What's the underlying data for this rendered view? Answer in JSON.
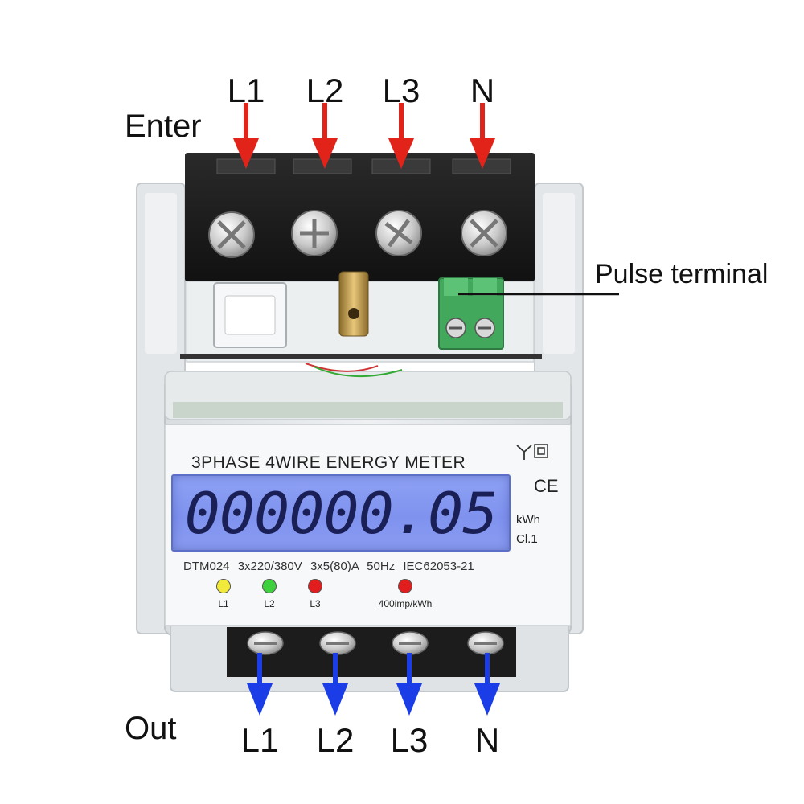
{
  "labels": {
    "enter": "Enter",
    "out": "Out",
    "pulse_terminal": "Pulse terminal"
  },
  "input_phases": [
    "L1",
    "L2",
    "L3",
    "N"
  ],
  "output_phases": [
    "L1",
    "L2",
    "L3",
    "N"
  ],
  "meter": {
    "title": "3PHASE 4WIRE ENERGY METER",
    "reading": "000000.05",
    "unit": "kWh",
    "class": "Cl.1",
    "ce_mark": "CE",
    "specs": [
      "DTM024",
      "3x220/380V",
      "3x5(80)A",
      "50Hz",
      "IEC62053-21"
    ],
    "leds": [
      {
        "label": "L1",
        "color": "#f2ea3a"
      },
      {
        "label": "L2",
        "color": "#3ed13e"
      },
      {
        "label": "L3",
        "color": "#e21d1d"
      }
    ],
    "pulse_led": {
      "label": "400imp/kWh",
      "color": "#e21d1d"
    }
  },
  "colors": {
    "input_arrow": "#e2231a",
    "output_arrow": "#1a3de8",
    "lcd_background": "#8596f0",
    "lcd_digits": "#1a1f55",
    "terminal_block": "#1c1c1c",
    "pulse_connector": "#3fa65a"
  }
}
